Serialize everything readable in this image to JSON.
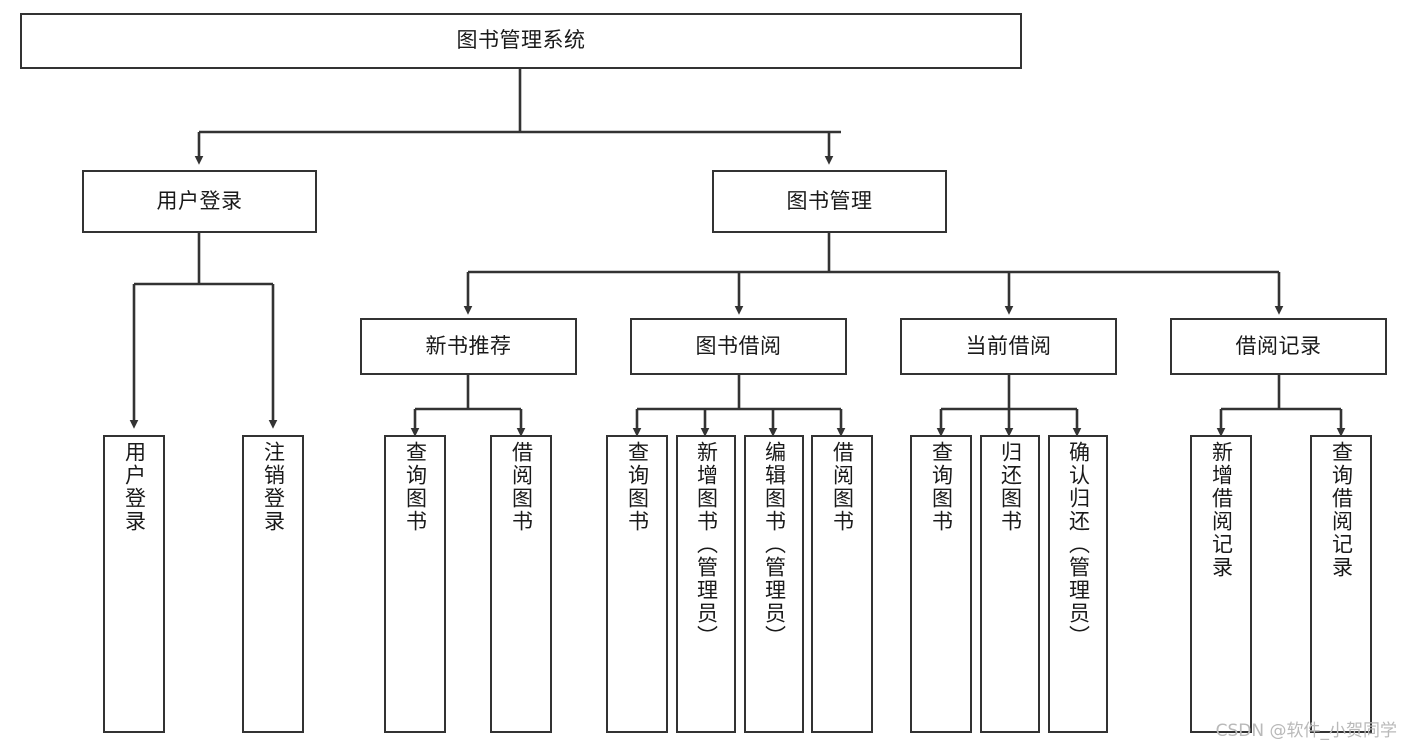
{
  "diagram": {
    "title": "图书管理系统",
    "type": "tree-hierarchy",
    "root": {
      "label": "图书管理系统"
    },
    "level2": [
      {
        "label": "用户登录"
      },
      {
        "label": "图书管理"
      }
    ],
    "level3": [
      {
        "label": "新书推荐"
      },
      {
        "label": "图书借阅"
      },
      {
        "label": "当前借阅"
      },
      {
        "label": "借阅记录"
      }
    ],
    "leaves": [
      {
        "label": "用户登录"
      },
      {
        "label": "注销登录"
      },
      {
        "label": "查询图书"
      },
      {
        "label": "借阅图书"
      },
      {
        "label": "查询图书"
      },
      {
        "label": "新增图书（管理员）"
      },
      {
        "label": "编辑图书（管理员）"
      },
      {
        "label": "借阅图书"
      },
      {
        "label": "查询图书"
      },
      {
        "label": "归还图书"
      },
      {
        "label": "确认归还（管理员）"
      },
      {
        "label": "新增借阅记录"
      },
      {
        "label": "查询借阅记录"
      }
    ]
  },
  "watermark": {
    "text": "CSDN @软件_小贺同学"
  },
  "colors": {
    "stroke": "#333333",
    "text": "#1a1a1a",
    "background": "#ffffff",
    "watermark": "#b9b9b9"
  }
}
